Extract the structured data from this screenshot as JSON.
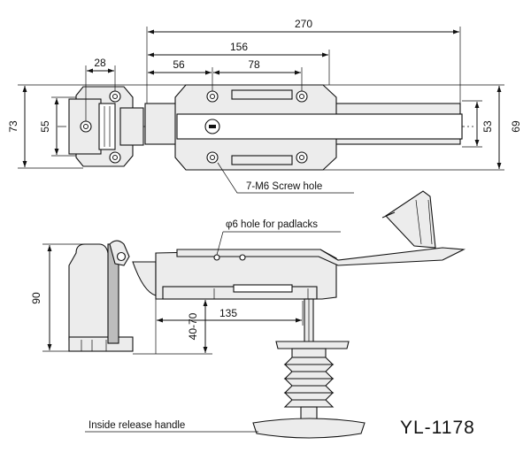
{
  "model": "YL-1178",
  "dimensions": {
    "total_length": "270",
    "handle_span": "156",
    "hinge_width": "28",
    "offset": "56",
    "hole_pitch": "78",
    "outer_height_left": "73",
    "inner_height_left": "55",
    "inner_height_right": "53",
    "outer_height_right": "69",
    "side_height": "90",
    "door_range": "40-70",
    "side_span": "135"
  },
  "annotations": {
    "screw_holes": "7-M6 Screw hole",
    "padlock_hole": "φ6  hole for padlacks",
    "release_handle": "Inside release handle"
  }
}
